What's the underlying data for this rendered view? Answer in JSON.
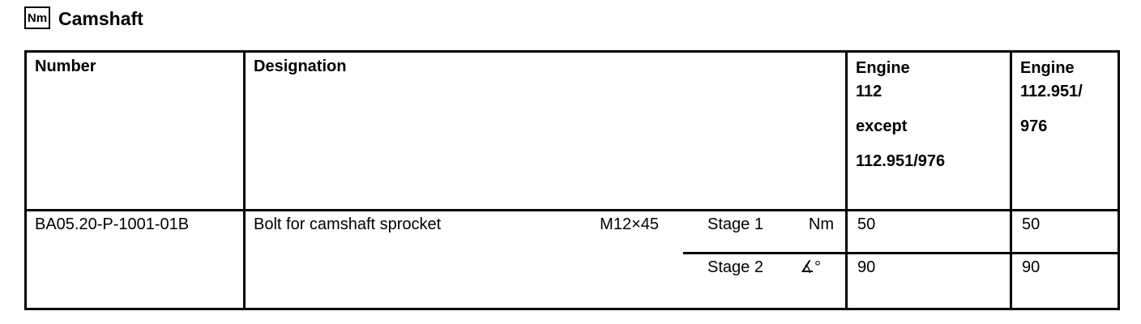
{
  "page": {
    "icon_label": "Nm",
    "title": "Camshaft"
  },
  "table": {
    "headers": {
      "number": "Number",
      "designation": "Designation",
      "engine_112_except": [
        "Engine\n112",
        "except",
        "112.951/976"
      ],
      "engine_112_951_976": [
        "Engine\n112.951/",
        "976"
      ]
    },
    "row": {
      "number": "BA05.20-P-1001-01B",
      "designation": "Bolt for camshaft sprocket",
      "thread_size": "M12×45",
      "stages": [
        {
          "label": "Stage 1",
          "unit": "Nm",
          "engine_112_except": "50",
          "engine_112_951_976": "50"
        },
        {
          "label": "Stage 2",
          "unit": "∡°",
          "engine_112_except": "90",
          "engine_112_951_976": "90"
        }
      ]
    }
  }
}
